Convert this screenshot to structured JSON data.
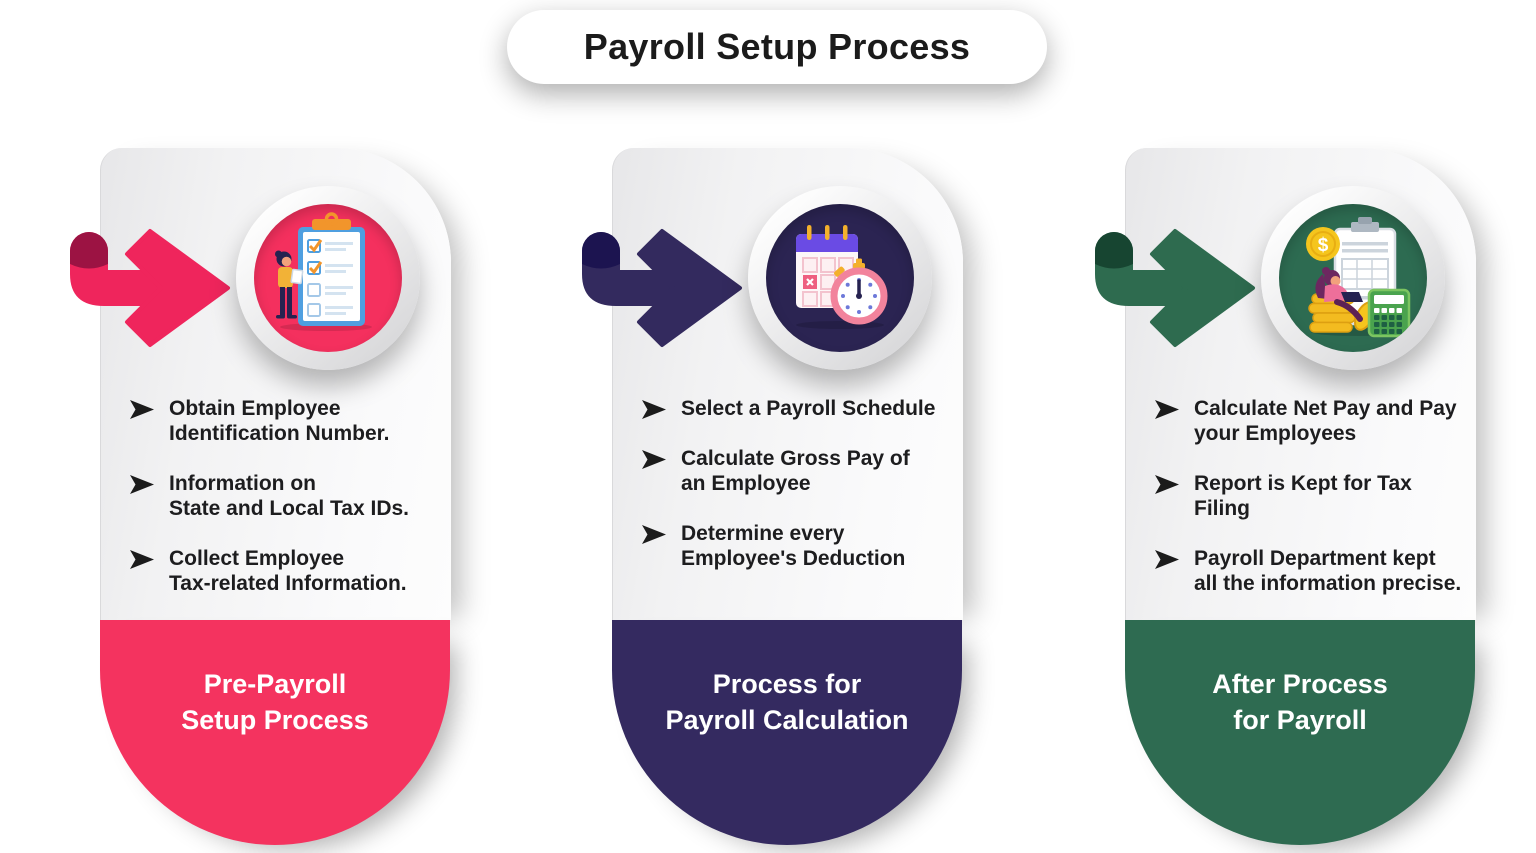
{
  "page": {
    "title": "Payroll Setup Process",
    "background": "#ffffff"
  },
  "icons": {
    "bullet": "arrowhead-bullet-icon",
    "step_arrow": "ribbon-arrow-icon"
  },
  "columns": [
    {
      "name": "pre-payroll-setup",
      "icon": "person-checklist-illustration",
      "footer_label": "Pre-Payroll\nSetup Process",
      "bullets": [
        "Obtain Employee\nIdentification Number.",
        "Information on\nState and Local Tax IDs.",
        "Collect Employee\nTax-related Information."
      ],
      "colors": {
        "accent": "#ef255c",
        "accent-dark": "#9c1343",
        "circle": "#f4305e",
        "footer": "#f4335f"
      }
    },
    {
      "name": "payroll-calculation-process",
      "icon": "calendar-stopwatch-illustration",
      "footer_label": "Process for\nPayroll Calculation",
      "bullets": [
        "Select a Payroll Schedule",
        "Calculate Gross Pay of\nan Employee",
        "Determine every\nEmployee's Deduction"
      ],
      "colors": {
        "accent": "#332a5e",
        "accent-dark": "#1c1450",
        "circle": "#2b2452",
        "footer": "#342a60"
      }
    },
    {
      "name": "after-payroll-process",
      "icon": "payday-report-calculator-illustration",
      "footer_label": "After Process\nfor Payroll",
      "bullets": [
        "Calculate Net Pay and Pay\nyour Employees",
        "Report is Kept for Tax Filing",
        "Payroll Department kept\nall the information precise."
      ],
      "colors": {
        "accent": "#2e6b4f",
        "accent-dark": "#174531",
        "circle": "#2d6b51",
        "footer": "#2e6b51"
      }
    }
  ]
}
